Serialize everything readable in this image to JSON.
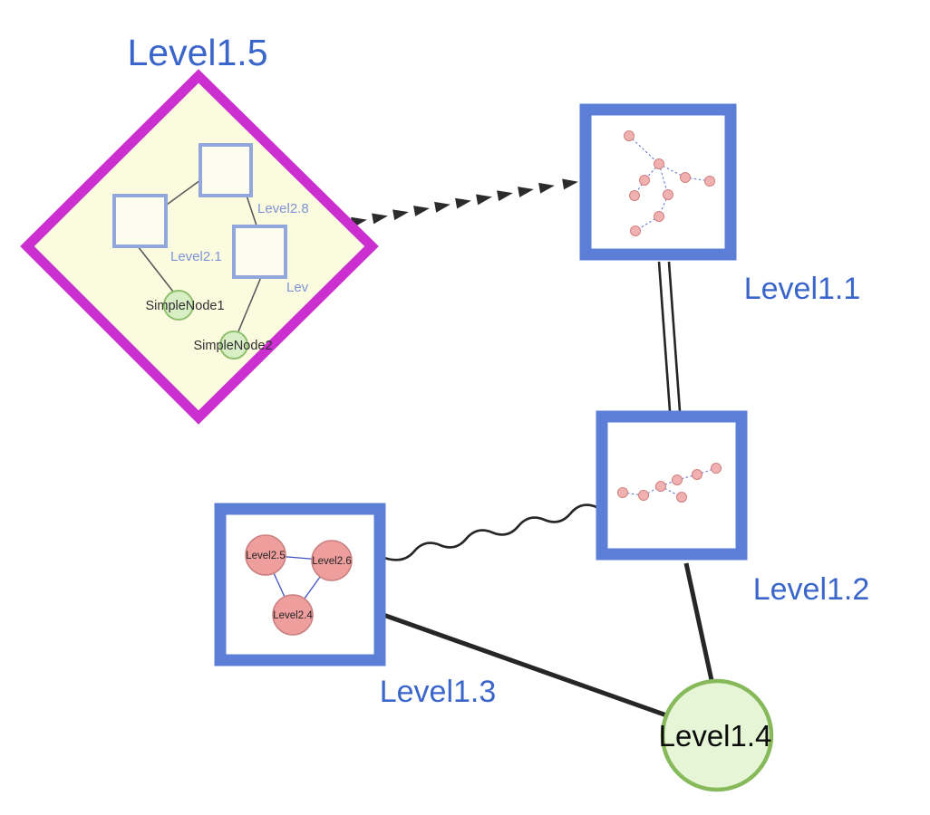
{
  "graph": {
    "nodes": {
      "level1_5": {
        "label": "Level1.5",
        "shape": "diamond-group"
      },
      "level1_1": {
        "label": "Level1.1",
        "shape": "square-group"
      },
      "level1_2": {
        "label": "Level1.2",
        "shape": "square-group"
      },
      "level1_3": {
        "label": "Level1.3",
        "shape": "square-group"
      },
      "level1_4": {
        "label": "Level1.4",
        "shape": "circle"
      }
    },
    "level1_5_contents": {
      "level2_8": {
        "label": "Level2.8",
        "shape": "square"
      },
      "level2_1": {
        "label": "Level2.1",
        "shape": "square"
      },
      "lev": {
        "label": "Lev",
        "shape": "square"
      },
      "simple_node_1": {
        "label": "SimpleNode1",
        "shape": "circle"
      },
      "simple_node_2": {
        "label": "SimpleNode2",
        "shape": "circle"
      }
    },
    "level1_3_contents": {
      "level2_5": {
        "label": "Level2.5",
        "shape": "circle"
      },
      "level2_6": {
        "label": "Level2.6",
        "shape": "circle"
      },
      "level2_4": {
        "label": "Level2.4",
        "shape": "circle"
      }
    },
    "edges": [
      {
        "from": "Level1.5",
        "to": "Level1.1",
        "style": "dashed-arrow-chain"
      },
      {
        "from": "Level1.1",
        "to": "Level1.2",
        "style": "double-parallel"
      },
      {
        "from": "Level1.3",
        "to": "Level1.2",
        "style": "wavy"
      },
      {
        "from": "Level1.3",
        "to": "Level1.4",
        "style": "solid-thick"
      },
      {
        "from": "Level1.2",
        "to": "Level1.4",
        "style": "solid-thick"
      }
    ],
    "colors": {
      "label_blue": "#3a66cc",
      "diamond_border": "#cb2fd0",
      "diamond_fill": "#fbfbdf",
      "group_border_blue": "#5b7fd6",
      "inner_square_border": "#92a7dc",
      "green_node_fill": "#d8eec5",
      "green_node_border": "#8fc06c",
      "level1_4_fill": "#e6f5d5",
      "level1_4_border": "#86b95a",
      "pink_node_fill": "#ef9e9e",
      "pink_node_border": "#c97f7f",
      "edge_color": "#262626",
      "mini_edge_blue": "#5a6fd0"
    }
  }
}
